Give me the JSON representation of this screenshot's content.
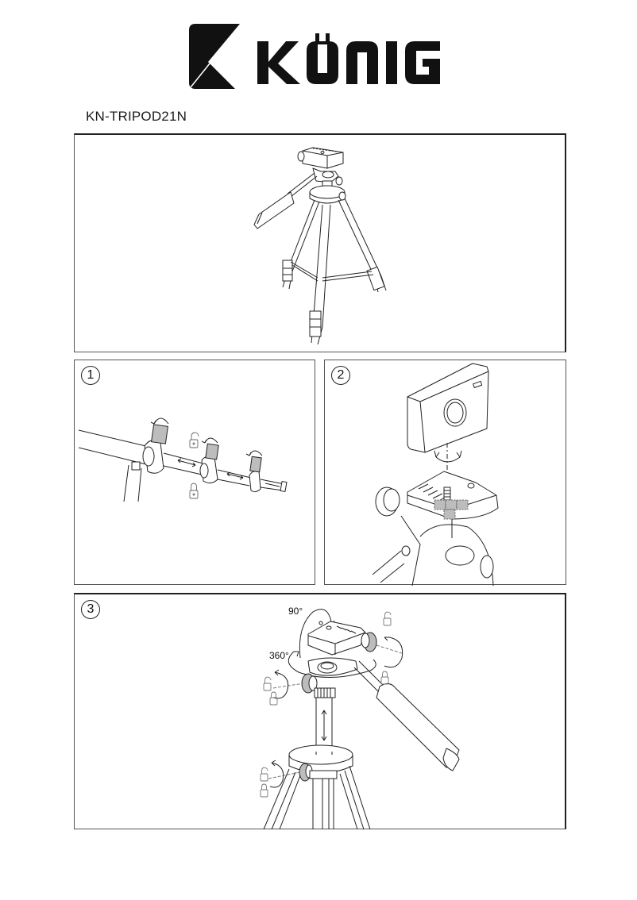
{
  "brand": {
    "name": "KÖNIG",
    "logo_icon": "konig-k-logo-icon"
  },
  "document": {
    "model": "KN-TRIPOD21N"
  },
  "panels": {
    "overview": {
      "illustration": "tripod-overview-illustration"
    },
    "steps": [
      {
        "number": "1",
        "illustration": "extend-legs-flip-locks-illustration",
        "icons": [
          "unlock-icon",
          "lock-icon",
          "rotate-arrow-icon",
          "double-arrow-icon"
        ]
      },
      {
        "number": "2",
        "illustration": "mount-camera-on-plate-illustration",
        "icons": [
          "rotate-arrow-icon",
          "camera-icon"
        ]
      },
      {
        "number": "3",
        "illustration": "adjust-pan-tilt-head-illustration",
        "icons": [
          "unlock-icon",
          "lock-icon",
          "rotate-arrow-icon",
          "vertical-double-arrow-icon"
        ],
        "labels": {
          "tilt": "90°",
          "pan": "360°"
        }
      }
    ]
  },
  "colors": {
    "line": "#222222",
    "fill_gray": "#bdbdbd",
    "border": "#555555"
  }
}
